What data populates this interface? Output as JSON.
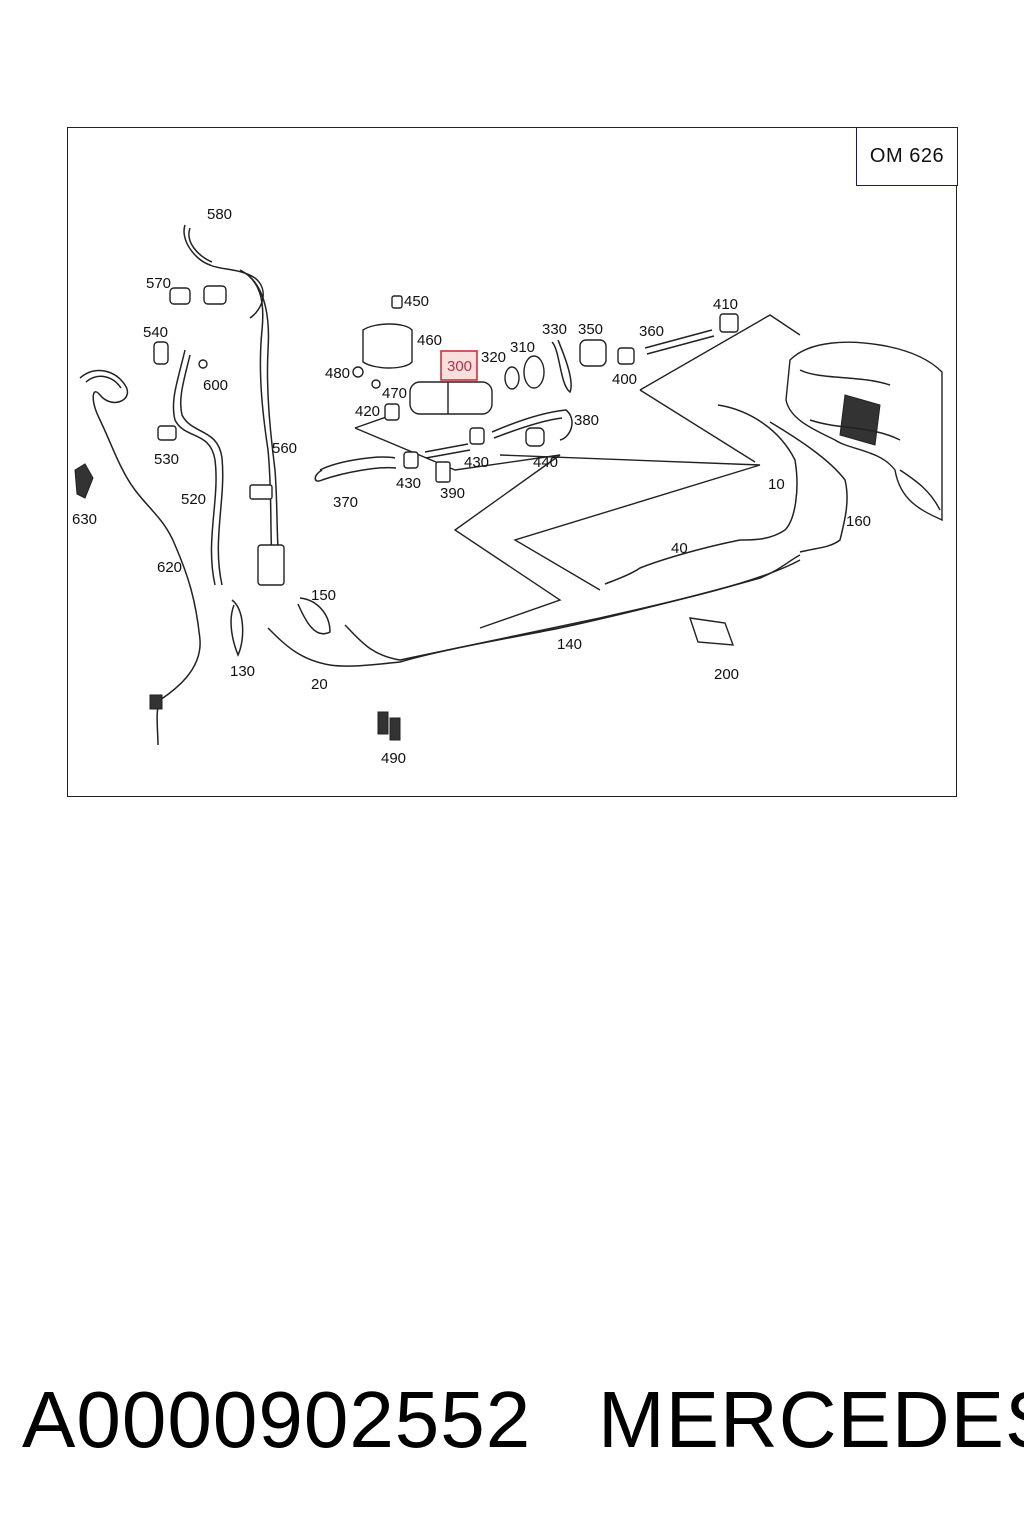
{
  "diagram": {
    "engine_code": "OM 626",
    "highlighted_part": "300",
    "callouts": [
      {
        "id": "c580",
        "label": "580"
      },
      {
        "id": "c570",
        "label": "570"
      },
      {
        "id": "c540",
        "label": "540"
      },
      {
        "id": "c600",
        "label": "600"
      },
      {
        "id": "c530",
        "label": "530"
      },
      {
        "id": "c560",
        "label": "560"
      },
      {
        "id": "c520",
        "label": "520"
      },
      {
        "id": "c630",
        "label": "630"
      },
      {
        "id": "c620",
        "label": "620"
      },
      {
        "id": "c450",
        "label": "450"
      },
      {
        "id": "c460",
        "label": "460"
      },
      {
        "id": "c480",
        "label": "480"
      },
      {
        "id": "c470",
        "label": "470"
      },
      {
        "id": "c420",
        "label": "420"
      },
      {
        "id": "c320",
        "label": "320"
      },
      {
        "id": "c310",
        "label": "310"
      },
      {
        "id": "c330",
        "label": "330"
      },
      {
        "id": "c350",
        "label": "350"
      },
      {
        "id": "c360",
        "label": "360"
      },
      {
        "id": "c410",
        "label": "410"
      },
      {
        "id": "c400",
        "label": "400"
      },
      {
        "id": "c380",
        "label": "380"
      },
      {
        "id": "c430a",
        "label": "430"
      },
      {
        "id": "c430b",
        "label": "430"
      },
      {
        "id": "c440",
        "label": "440"
      },
      {
        "id": "c390",
        "label": "390"
      },
      {
        "id": "c370",
        "label": "370"
      },
      {
        "id": "c10",
        "label": "10"
      },
      {
        "id": "c160",
        "label": "160"
      },
      {
        "id": "c40",
        "label": "40"
      },
      {
        "id": "c150",
        "label": "150"
      },
      {
        "id": "c140",
        "label": "140"
      },
      {
        "id": "c130",
        "label": "130"
      },
      {
        "id": "c20",
        "label": "20"
      },
      {
        "id": "c200",
        "label": "200"
      },
      {
        "id": "c490",
        "label": "490"
      }
    ]
  },
  "caption": {
    "part_number": "A0000902552",
    "brand": "MERCEDES"
  },
  "colors": {
    "highlight_stroke": "#d3303a",
    "highlight_fill": "#f9dede",
    "engine_box_border": "#1a1a5e"
  }
}
